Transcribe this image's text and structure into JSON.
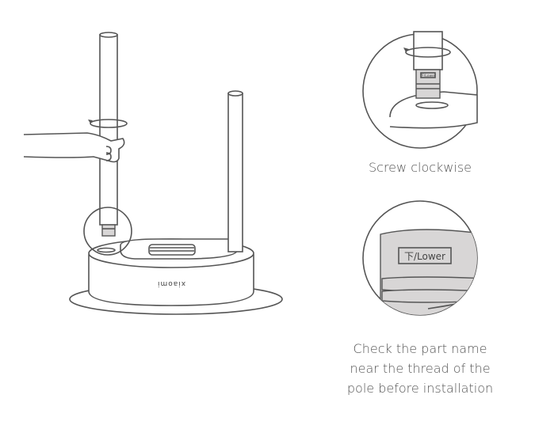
{
  "main_illustration": {
    "brand_text": "xiaomi"
  },
  "detail_top": {
    "label_text": "下/Lower",
    "caption": "Screw clockwise"
  },
  "detail_bottom": {
    "label_text": "下/Lower",
    "caption_lines": [
      "Check the part name",
      "near the thread of the",
      "pole before installation"
    ]
  }
}
